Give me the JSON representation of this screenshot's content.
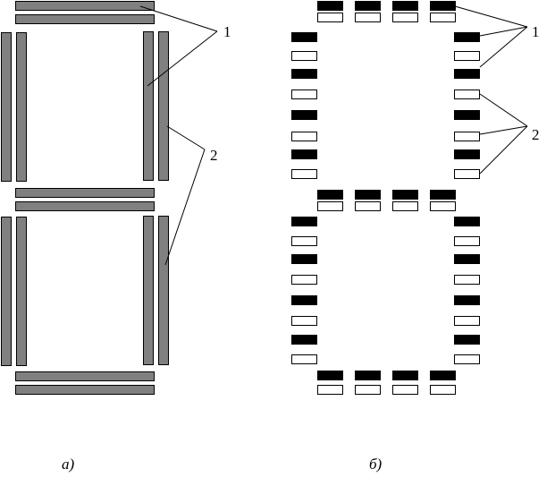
{
  "figure_a": {
    "caption": "а)",
    "callouts": [
      {
        "label": "1"
      },
      {
        "label": "2"
      }
    ]
  },
  "figure_b": {
    "caption": "б)",
    "callouts": [
      {
        "label": "1"
      },
      {
        "label": "2"
      }
    ]
  },
  "colors": {
    "bar_fill": "#808080",
    "stroke": "#000000",
    "segment_black": "#000000",
    "segment_white": "#ffffff"
  }
}
